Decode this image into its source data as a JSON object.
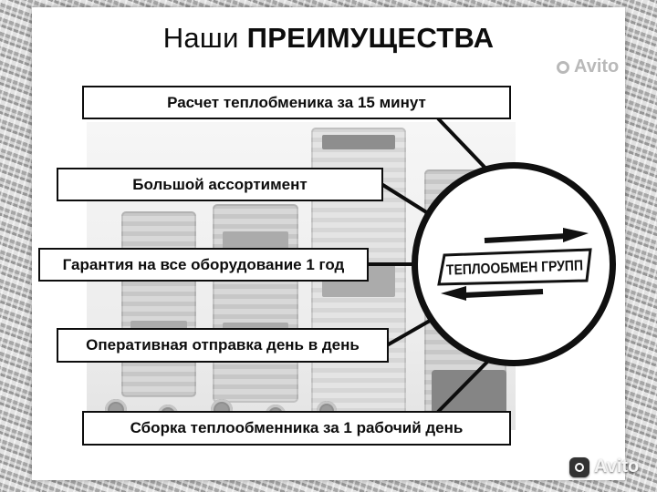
{
  "title": {
    "regular": "Наши",
    "bold": "ПРЕИМУЩЕСТВА"
  },
  "benefits": [
    {
      "label": "Расчет теплобменика за 15 минут"
    },
    {
      "label": "Большой ассортимент"
    },
    {
      "label": "Гарантия на все оборудование 1 год"
    },
    {
      "label": "Оперативная отправка день в день"
    },
    {
      "label": "Сборка теплообменника за 1 рабочий день"
    }
  ],
  "logo": {
    "name": "ТЕПЛООБМЕН ГРУПП"
  },
  "watermarks": {
    "top": "Avito",
    "bottom": "Avito"
  },
  "colors": {
    "ink": "#0d0d0d",
    "panel": "#ffffff",
    "frame": "#b8b8b8"
  }
}
